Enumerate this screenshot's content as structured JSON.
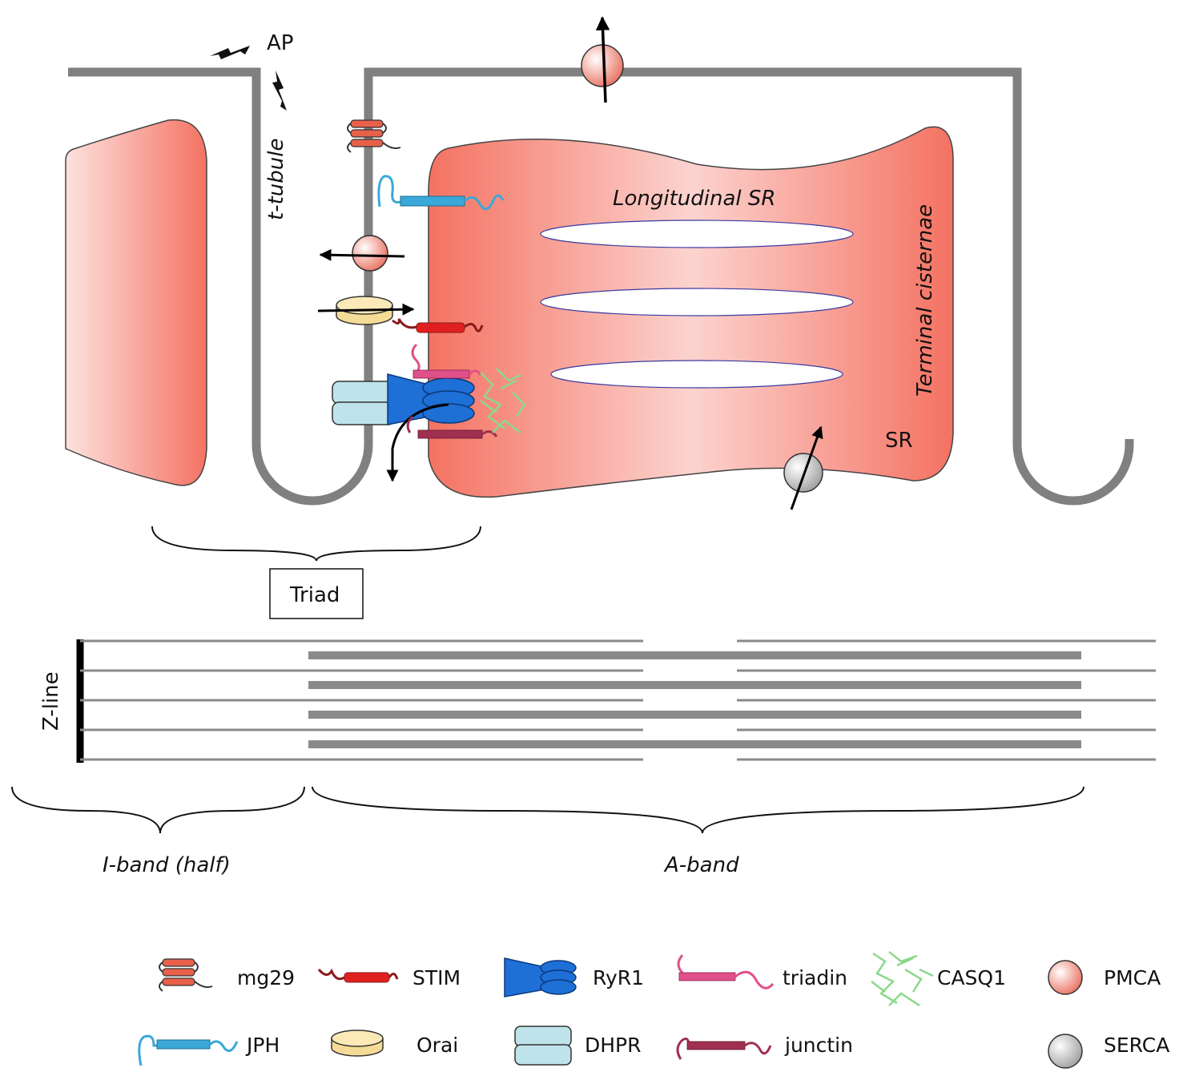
{
  "labels": {
    "ap": "AP",
    "t_tubule": "t-tubule",
    "longitudinal_sr": "Longitudinal SR",
    "terminal_cisternae": "Terminal cisternae",
    "sr": "SR",
    "triad": "Triad",
    "z_line": "Z-line",
    "i_band": "I-band (half)",
    "a_band": "A-band"
  },
  "legend": [
    {
      "key": "mg29",
      "label": "mg29"
    },
    {
      "key": "stim",
      "label": "STIM"
    },
    {
      "key": "ryr1",
      "label": "RyR1"
    },
    {
      "key": "triadin",
      "label": "triadin"
    },
    {
      "key": "casq1",
      "label": "CASQ1"
    },
    {
      "key": "pmca",
      "label": "PMCA"
    },
    {
      "key": "jph",
      "label": "JPH"
    },
    {
      "key": "orai",
      "label": "Orai"
    },
    {
      "key": "dhpr",
      "label": "DHPR"
    },
    {
      "key": "junctin",
      "label": "junctin"
    },
    {
      "key": "serca",
      "label": "SERCA"
    }
  ],
  "colors": {
    "membrane": "#808080",
    "sr_edge": "#f06a5a",
    "sr_center": "#fcd6d2",
    "mg29": "#e8604a",
    "stim": "#e02020",
    "ryr1": "#1e6fd6",
    "triadin": "#e0508a",
    "junctin": "#a03050",
    "casq1": "#90d890",
    "jph": "#3aa8d8",
    "orai": "#f5dc96",
    "dhpr": "#bfe3ea",
    "serca": "#c8c8c8"
  }
}
